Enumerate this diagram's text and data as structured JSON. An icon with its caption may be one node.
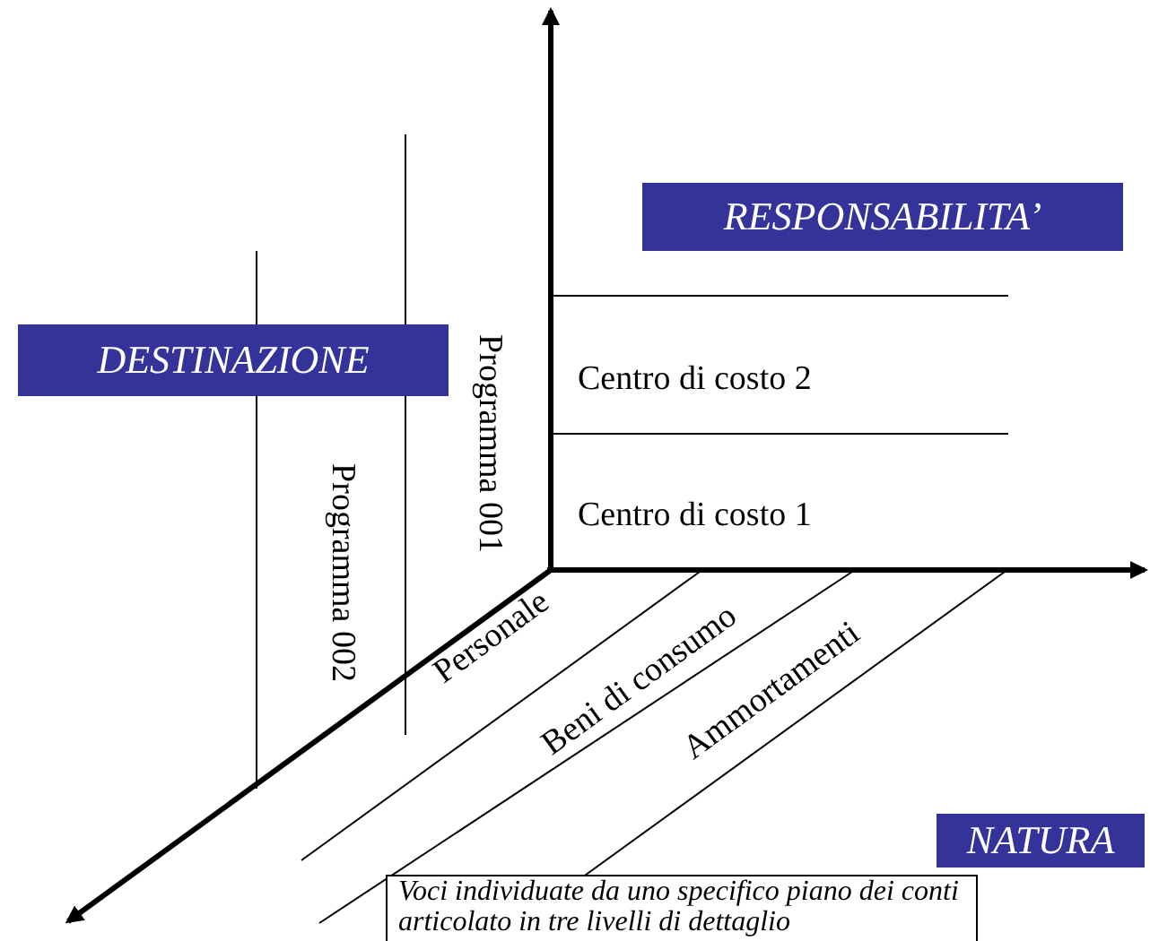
{
  "diagram": {
    "nodes": [
      {
        "text": [
          "DESTINAZIONE"
        ]
      },
      {
        "text": [
          "RESPONSABILITA’"
        ]
      },
      {
        "text": [
          "NATURA"
        ]
      },
      {
        "text": [
          "Voci individuate da uno specifico piano dei conti articolato in tre livelli di dettaglio"
        ]
      }
    ],
    "labels": [
      "Programma 001",
      "Programma 002",
      "Centro di costo 2",
      "Centro di costo 1",
      "Personale",
      "Beni di consumo",
      "Ammortamenti"
    ]
  }
}
